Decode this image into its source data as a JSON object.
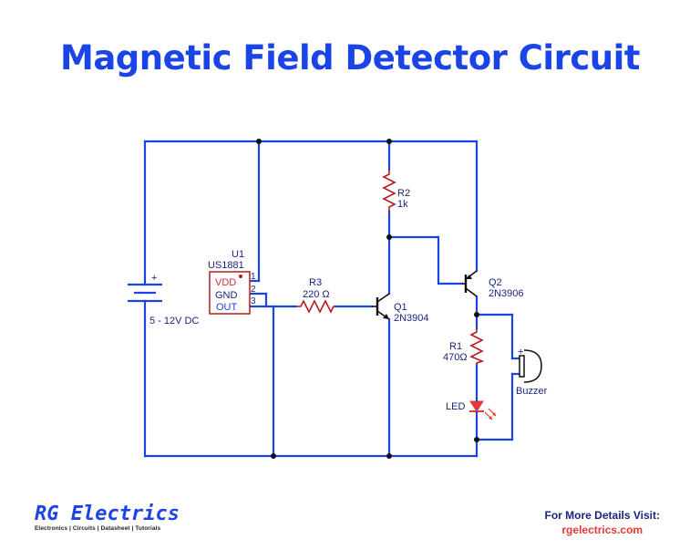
{
  "title": "Magnetic Field Detector Circuit",
  "colors": {
    "title": "#1a44e6",
    "wire": "#1a44e6",
    "component": "#b71c1c",
    "label": "#1a237e",
    "led": "#e53935"
  },
  "components": {
    "battery": {
      "polarity": "+",
      "label": "5 - 12V DC"
    },
    "u1": {
      "designator": "U1",
      "part": "US1881",
      "pins": [
        {
          "name": "VDD",
          "num": "1"
        },
        {
          "name": "GND",
          "num": "2"
        },
        {
          "name": "OUT",
          "num": "3"
        }
      ]
    },
    "r3": {
      "designator": "R3",
      "value": "220 Ω"
    },
    "r2": {
      "designator": "R2",
      "value": "1k"
    },
    "q1": {
      "designator": "Q1",
      "part": "2N3904"
    },
    "q2": {
      "designator": "Q2",
      "part": "2N3906"
    },
    "r1": {
      "designator": "R1",
      "value": "470Ω"
    },
    "led": {
      "label": "LED"
    },
    "buzzer": {
      "polarity": "+",
      "label": "Buzzer"
    }
  },
  "footer": {
    "brand_name": "RG Electrics",
    "brand_tagline": "Electronics | Circuits | Datasheet | Tutorials",
    "visit_label": "For More Details Visit:",
    "visit_url": "rgelectrics.com"
  }
}
